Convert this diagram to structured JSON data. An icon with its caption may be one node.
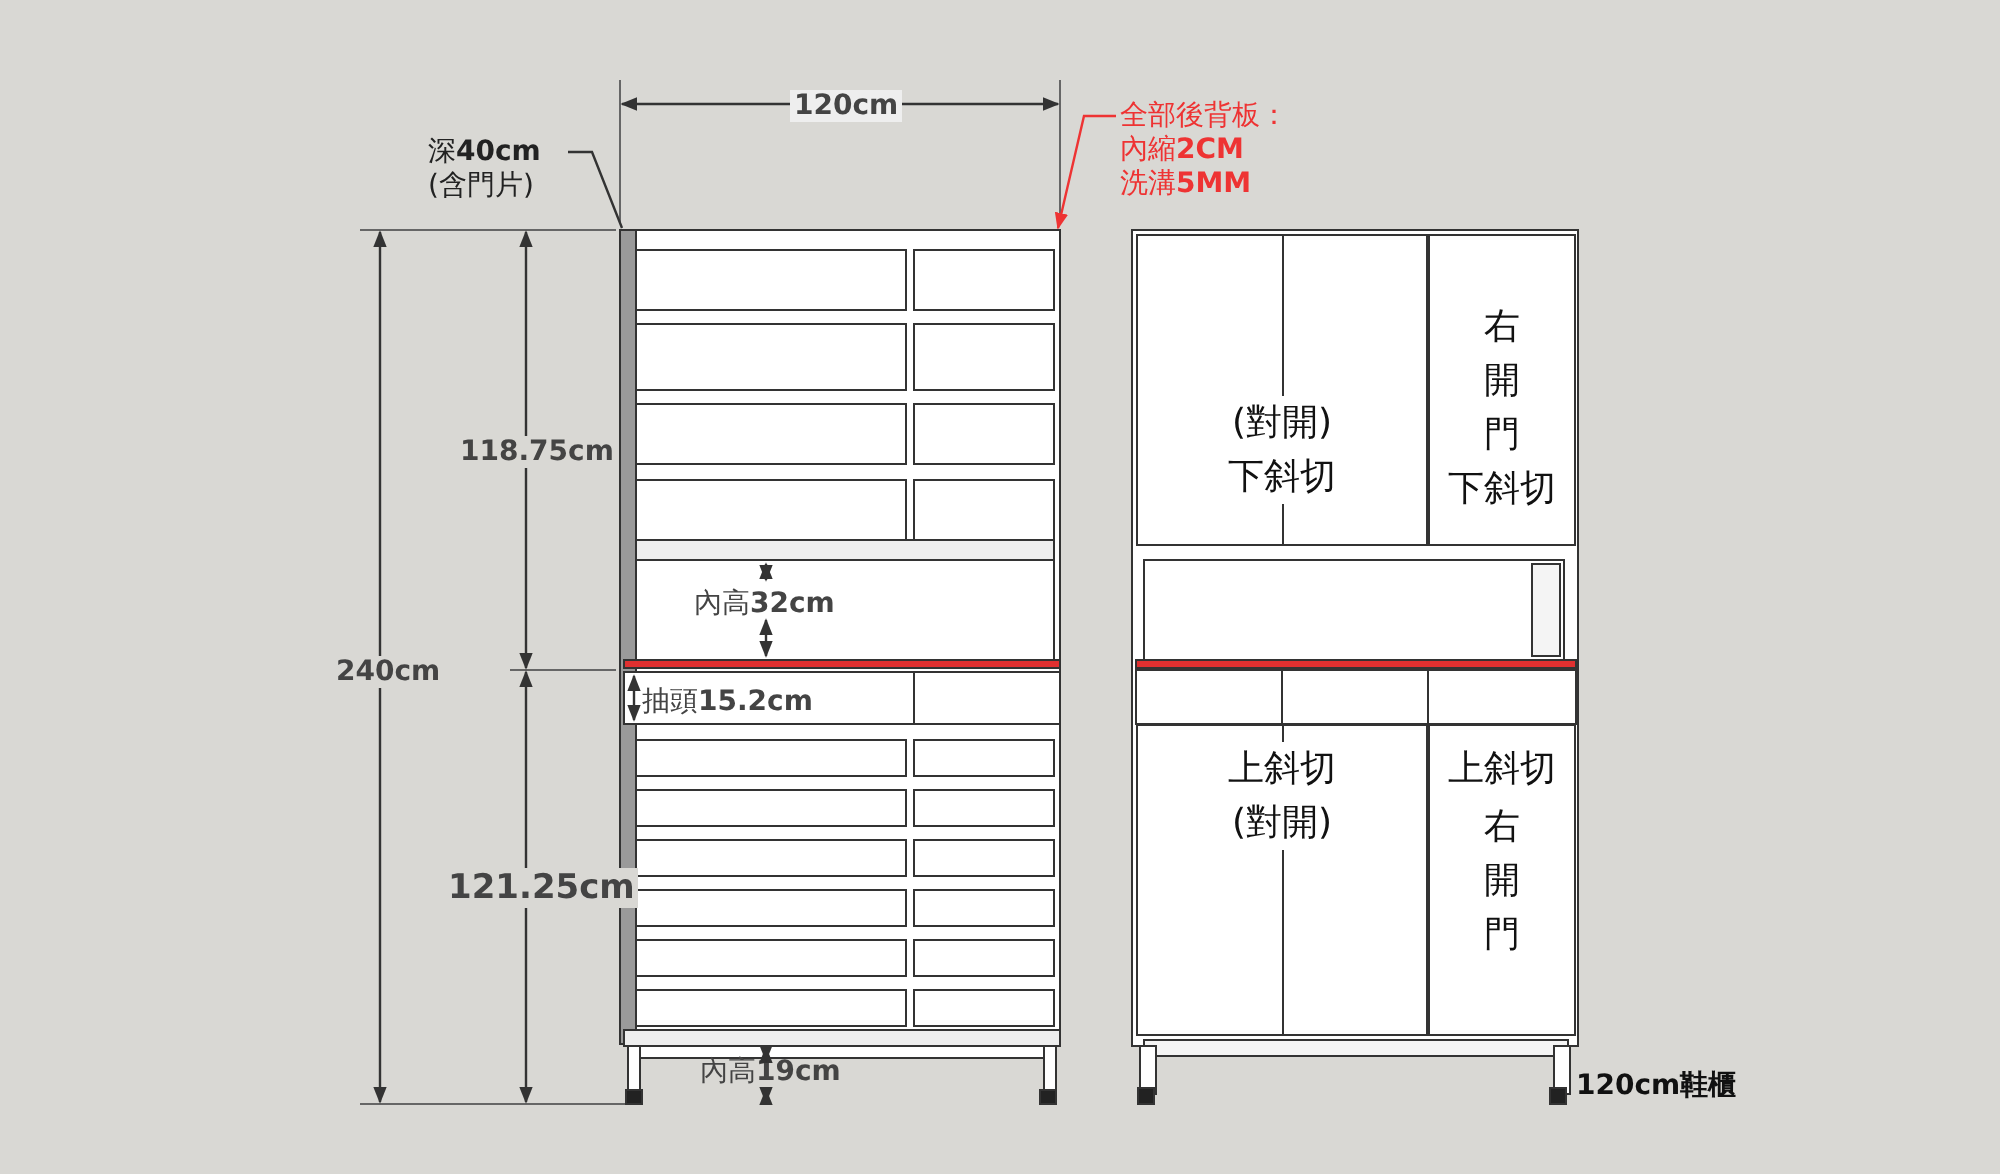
{
  "diagram": {
    "nodes": [
      {
        "text": [
          "深**40cm**",
          "(含門片)"
        ]
      },
      {
        "text": [
          "全部後背板：",
          "內縮**2CM**",
          "洗溝**5MM**"
        ]
      },
      {
        "text": [],
        "shape": "picture"
      },
      {
        "text": [],
        "shape": "picture"
      },
      {
        "text": [
          "(對開)",
          "下斜切"
        ],
        "in": 3
      },
      {
        "text": [
          "右開門",
          "下斜切"
        ],
        "in": 3
      },
      {
        "text": [
          "上斜切",
          "(對開)"
        ],
        "in": 3
      },
      {
        "text": [
          "上斜切",
          "右開門"
        ],
        "in": 3
      }
    ],
    "edges": [
      {
        "from": 0,
        "to": 2,
        "arrow": "none"
      },
      {
        "from": 1,
        "to": 2,
        "arrow": "to",
        "color": "#ee3333"
      }
    ],
    "labels": [
      "120cm",
      "118.75cm",
      "240cm",
      "121.25cm",
      "內高**32cm**",
      "抽頭**15.2cm**",
      "內高**19cm**",
      "120cm鞋櫃"
    ]
  }
}
